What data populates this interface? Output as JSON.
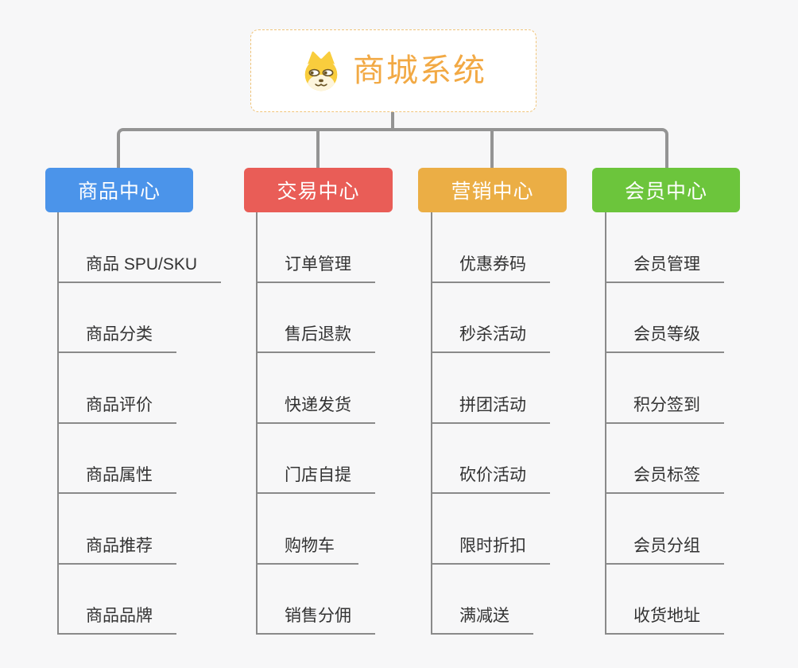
{
  "root": {
    "title": "商城系统",
    "icon": "dog-face-icon",
    "title_color": "#F2A944",
    "border_color": "#F0C47A"
  },
  "connector_color": "#949494",
  "branches": [
    {
      "label": "商品中心",
      "color": "#4B94EA",
      "items": [
        "商品 SPU/SKU",
        "商品分类",
        "商品评价",
        "商品属性",
        "商品推荐",
        "商品品牌"
      ]
    },
    {
      "label": "交易中心",
      "color": "#E95D57",
      "items": [
        "订单管理",
        "售后退款",
        "快递发货",
        "门店自提",
        "购物车",
        "销售分佣"
      ]
    },
    {
      "label": "营销中心",
      "color": "#EBAE45",
      "items": [
        "优惠券码",
        "秒杀活动",
        "拼团活动",
        "砍价活动",
        "限时折扣",
        "满减送"
      ]
    },
    {
      "label": "会员中心",
      "color": "#6CC53C",
      "items": [
        "会员管理",
        "会员等级",
        "积分签到",
        "会员标签",
        "会员分组",
        "收货地址"
      ]
    }
  ]
}
